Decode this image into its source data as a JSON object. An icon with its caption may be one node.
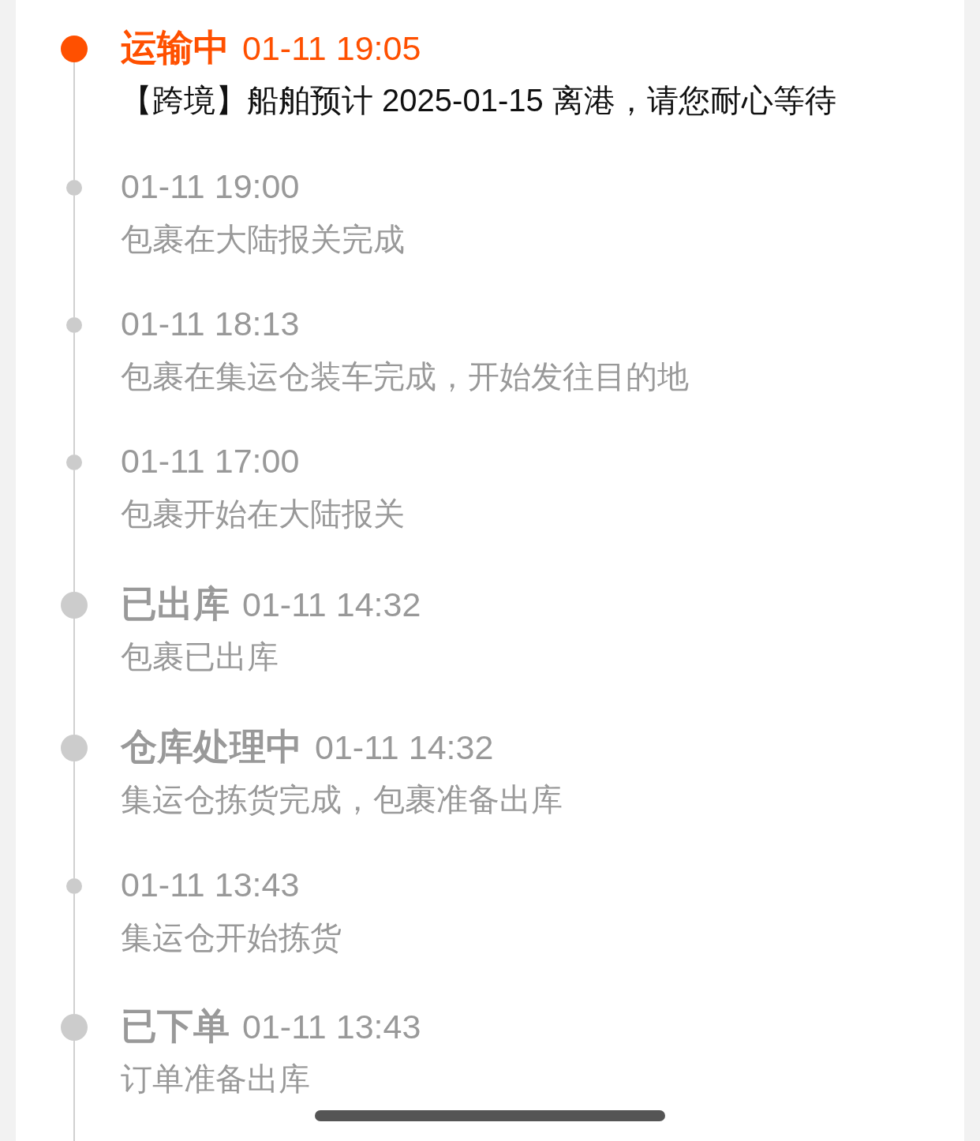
{
  "diagram": {
    "nodes": [
      {
        "text": [],
        "shape": "circle",
        "beside": [
          "运输中",
          "01-11 19:05",
          "【跨境】船舶预计 2025-01-15 离港，请您耐心等待"
        ]
      },
      {
        "text": [],
        "shape": "circle",
        "beside": [
          "01-11 19:00",
          "包裹在大陆报关完成"
        ]
      },
      {
        "text": [],
        "shape": "circle",
        "beside": [
          "01-11 18:13",
          "包裹在集运仓装车完成，开始发往目的地"
        ]
      },
      {
        "text": [],
        "shape": "circle",
        "beside": [
          "01-11 17:00",
          "包裹开始在大陆报关"
        ]
      },
      {
        "text": [],
        "shape": "circle",
        "beside": [
          "已出库",
          "01-11 14:32",
          "包裹已出库"
        ]
      },
      {
        "text": [],
        "shape": "circle",
        "beside": [
          "仓库处理中",
          "01-11 14:32",
          "集运仓拣货完成，包裹准备出库"
        ]
      },
      {
        "text": [],
        "shape": "circle",
        "beside": [
          "01-11 13:43",
          "集运仓开始拣货"
        ]
      },
      {
        "text": [],
        "shape": "circle",
        "beside": [
          "已下单",
          "01-11 13:43",
          "订单准备出库"
        ]
      },
      {
        "text": [],
        "shape": "bar"
      }
    ],
    "edges": [
      {
        "from": 0,
        "to": 1,
        "arrow": "none"
      },
      {
        "from": 1,
        "to": 2,
        "arrow": "none"
      },
      {
        "from": 2,
        "to": 3,
        "arrow": "none"
      },
      {
        "from": 3,
        "to": 4,
        "arrow": "none"
      },
      {
        "from": 4,
        "to": 5,
        "arrow": "none"
      },
      {
        "from": 5,
        "to": 6,
        "arrow": "none"
      },
      {
        "from": 6,
        "to": 7,
        "arrow": "none"
      },
      {
        "from": 7,
        "to": null,
        "arrow": "none"
      }
    ]
  }
}
